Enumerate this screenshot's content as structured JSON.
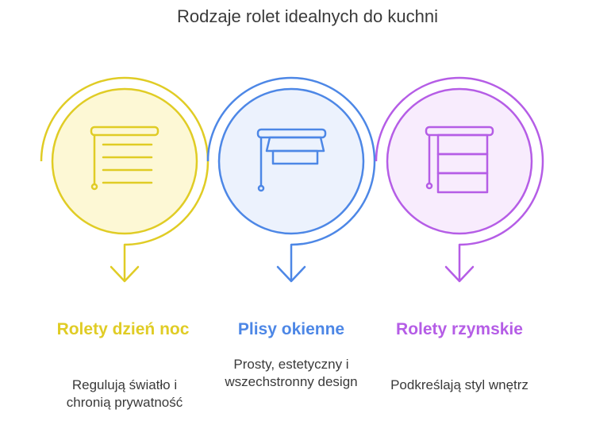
{
  "title": "Rodzaje rolet idealnych do kuchni",
  "items": [
    {
      "title": "Rolety dzień noc",
      "description": "Regulują światło i chronią prywatność",
      "icon": "day-night-blind-icon",
      "color": "#e0cc25",
      "fill": "#fdf8d5"
    },
    {
      "title": "Plisy okienne",
      "description": "Prosty, estetyczny i wszechstronny design",
      "icon": "pleated-blind-icon",
      "color": "#4d87e6",
      "fill": "#ecf2fd"
    },
    {
      "title": "Rolety rzymskie",
      "description": "Podkreślają styl wnętrz",
      "icon": "roman-blind-icon",
      "color": "#b55de6",
      "fill": "#f8ecfd"
    }
  ]
}
